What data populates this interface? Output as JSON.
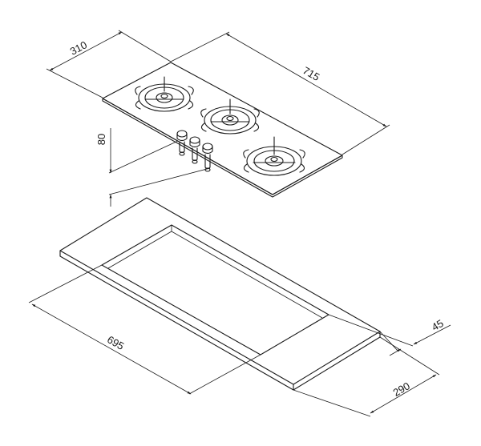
{
  "drawing": {
    "hob_depth": "310",
    "hob_width": "715",
    "hob_height": "80",
    "cutout_width": "695",
    "cutout_depth": "290",
    "counter_offset": "45"
  },
  "burners": {
    "count": 3,
    "icons": [
      "gas-burner-icon",
      "gas-burner-icon",
      "gas-burner-icon"
    ]
  },
  "knobs": {
    "count": 3
  }
}
